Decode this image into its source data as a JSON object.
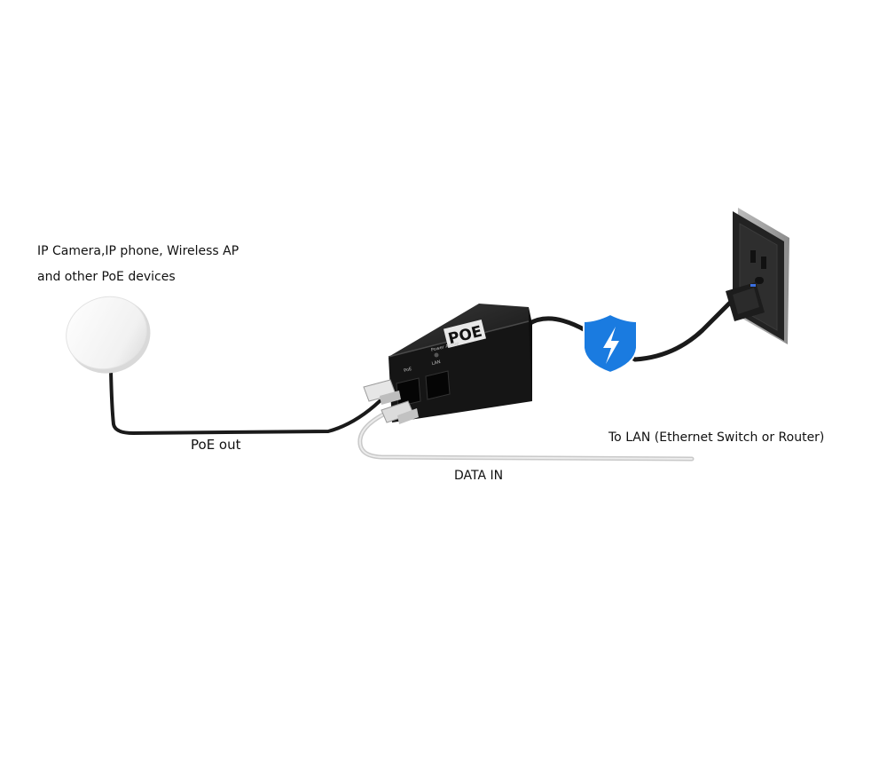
{
  "labels": {
    "device_line1": "IP Camera,IP phone, Wireless AP",
    "device_line2": "and other PoE devices",
    "poe_out": "PoE out",
    "data_in": "DATA IN",
    "to_lan": "To LAN (Ethernet Switch or Router)"
  },
  "injector": {
    "brand": "POE",
    "indicator": "Power Active",
    "port_poe": "PoE",
    "port_lan": "LAN"
  },
  "colors": {
    "shield": "#1a7be0",
    "cable": "#1a1a1a",
    "data_cable": "#d8d8d8",
    "indicator_led": "#2f6fe0"
  },
  "icons": {
    "surge": "lightning-bolt-icon"
  }
}
